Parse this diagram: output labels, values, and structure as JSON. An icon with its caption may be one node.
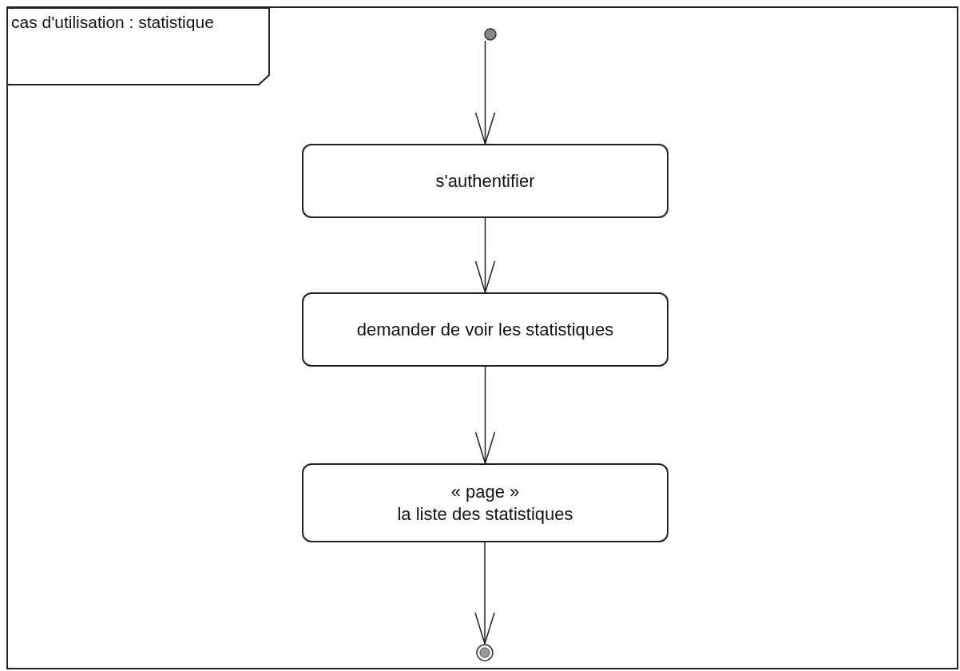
{
  "diagram": {
    "nodes": [
      {
        "text": [
          "cas d'utilisation : statistique"
        ]
      },
      {
        "text": [],
        "shape": "circle",
        "in": 0
      },
      {
        "text": [
          "s'authentifier"
        ],
        "in": 0
      },
      {
        "text": [
          "demander de voir les statistiques"
        ],
        "in": 0
      },
      {
        "text": [
          "« page »",
          "la liste des statistiques"
        ],
        "in": 0
      },
      {
        "text": [],
        "shape": "circle",
        "in": 0
      }
    ],
    "edges": [
      {
        "from": 1,
        "to": 2,
        "arrow": "to"
      },
      {
        "from": 2,
        "to": 3,
        "arrow": "to"
      },
      {
        "from": 3,
        "to": 4,
        "arrow": "to"
      },
      {
        "from": 4,
        "to": 5,
        "arrow": "to"
      }
    ]
  }
}
